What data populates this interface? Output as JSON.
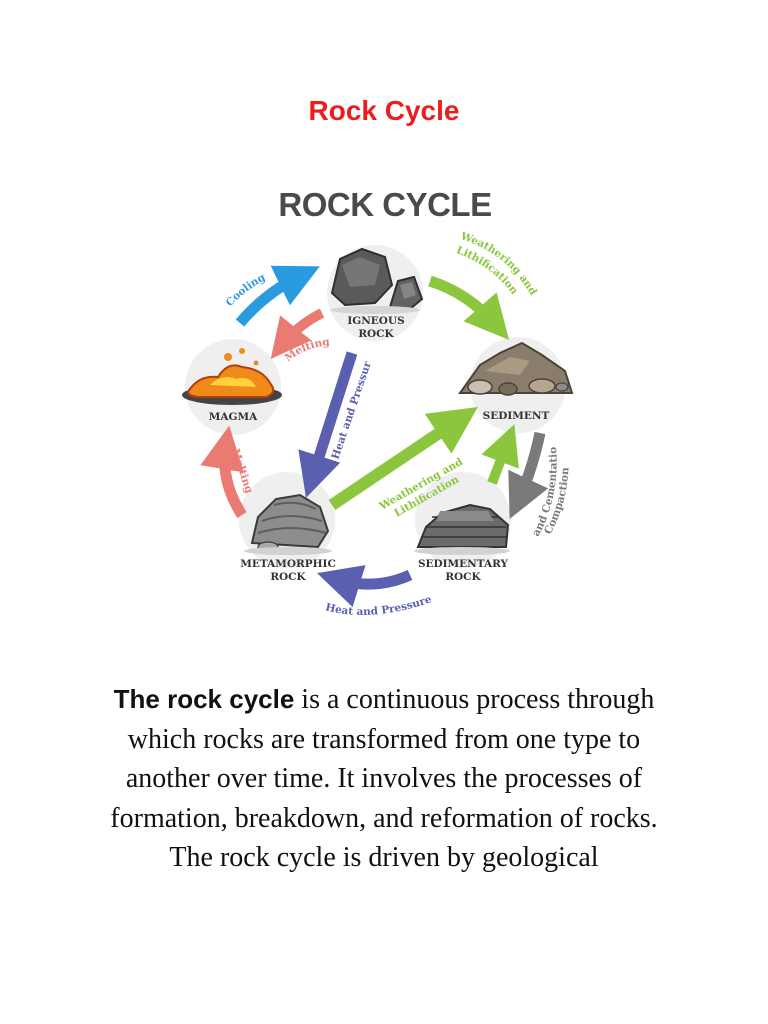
{
  "page": {
    "heading": "Rock Cycle",
    "heading_color": "#ee1c1c"
  },
  "diagram": {
    "title": "ROCK CYCLE",
    "nodes": {
      "igneous": [
        "IGNEOUS",
        "ROCK"
      ],
      "sediment": [
        "SEDIMENT"
      ],
      "sedimentary": [
        "SEDIMENTARY",
        "ROCK"
      ],
      "metamorphic": [
        "METAMORPHIC",
        "ROCK"
      ],
      "magma": [
        "MAGMA"
      ]
    },
    "arrows": {
      "cooling": "Cooling",
      "weathering_top": [
        "Weathering and",
        "Lithification"
      ],
      "compaction": [
        "Compaction",
        "and Cementation"
      ],
      "heat_pressure_bottom": "Heat and Pressure",
      "melting_left": "Melting",
      "melting_inner": "Melting",
      "heat_pressure_diag": "Heat and Pressure",
      "weathering_diag": [
        "Weathering and",
        "Lithification"
      ]
    },
    "colors": {
      "cooling": "#2b9be0",
      "weathering": "#8cc63f",
      "compaction": "#7a7a7a",
      "heat_pressure": "#5b5fb0",
      "melting": "#ea7b73"
    }
  },
  "body": {
    "lead": "The rock cycle",
    "paragraph_rest": " is a continuous process through which rocks are transformed from one type to another over time. It involves the processes of formation, breakdown, and reformation of rocks.",
    "second_line": "The rock cycle is driven by geological"
  }
}
